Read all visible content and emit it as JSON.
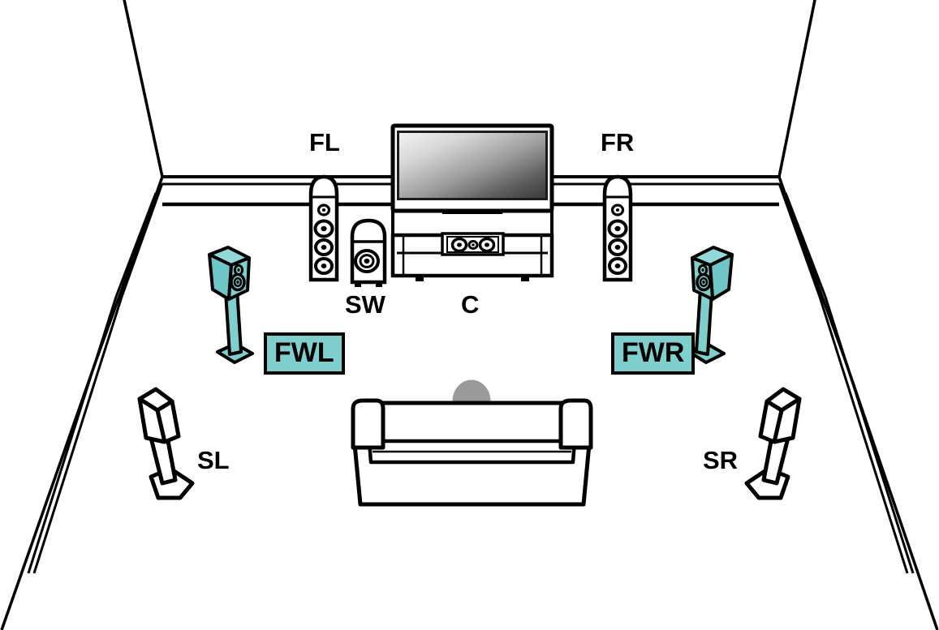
{
  "diagram": {
    "title": "Home theater speaker layout",
    "type": "room-speaker-layout",
    "background_color": "#ffffff",
    "line_color": "#000000",
    "highlight_color": "#7fcfcf",
    "person_color": "#9a9a9a"
  },
  "labels": {
    "fl": "FL",
    "fr": "FR",
    "sw": "SW",
    "center": "C",
    "sl": "SL",
    "sr": "SR",
    "fwl": "FWL",
    "fwr": "FWR"
  },
  "speakers": [
    {
      "id": "fl",
      "label": "FL",
      "kind": "floorstanding-tower",
      "color": "#ffffff",
      "highlighted": false,
      "position": "front-left"
    },
    {
      "id": "fr",
      "label": "FR",
      "kind": "floorstanding-tower",
      "color": "#ffffff",
      "highlighted": false,
      "position": "front-right"
    },
    {
      "id": "c",
      "label": "C",
      "kind": "center-channel",
      "color": "#ffffff",
      "highlighted": false,
      "position": "front-center"
    },
    {
      "id": "sw",
      "label": "SW",
      "kind": "subwoofer",
      "color": "#ffffff",
      "highlighted": false,
      "position": "front-left-floor"
    },
    {
      "id": "sl",
      "label": "SL",
      "kind": "surround-on-stand",
      "color": "#ffffff",
      "highlighted": false,
      "position": "side-left"
    },
    {
      "id": "sr",
      "label": "SR",
      "kind": "surround-on-stand",
      "color": "#ffffff",
      "highlighted": false,
      "position": "side-right"
    },
    {
      "id": "fwl",
      "label": "FWL",
      "kind": "front-wide-on-stand",
      "color": "#7fcfcf",
      "highlighted": true,
      "position": "front-wide-left"
    },
    {
      "id": "fwr",
      "label": "FWR",
      "kind": "front-wide-on-stand",
      "color": "#7fcfcf",
      "highlighted": true,
      "position": "front-wide-right"
    }
  ],
  "furniture": [
    {
      "id": "tv",
      "name": "television",
      "color": "#ffffff"
    },
    {
      "id": "cabinet",
      "name": "tv-cabinet",
      "color": "#ffffff"
    },
    {
      "id": "sofa",
      "name": "sofa",
      "color": "#ffffff"
    },
    {
      "id": "person",
      "name": "listener",
      "color": "#9a9a9a"
    }
  ]
}
